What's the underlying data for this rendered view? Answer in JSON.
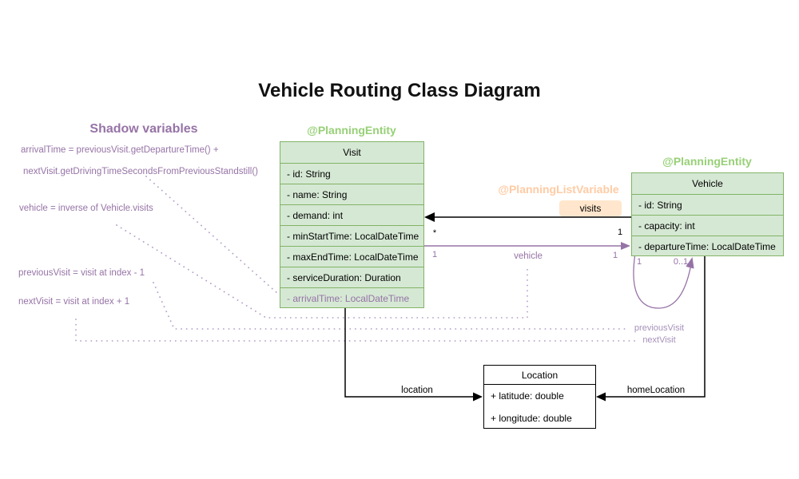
{
  "title": "Vehicle Routing Class Diagram",
  "shadow_panel": {
    "heading": "Shadow variables",
    "line1": "arrivalTime = previousVisit.getDepartureTime() +",
    "line2": "nextVisit.getDrivingTimeSecondsFromPreviousStandstill()",
    "line3": "vehicle = inverse of Vehicle.visits",
    "line4": "previousVisit = visit at index - 1",
    "line5": "nextVisit = visit at index + 1"
  },
  "classes": {
    "visit": {
      "annotation": "@PlanningEntity",
      "name": "Visit",
      "attributes": [
        "- id: String",
        "- name: String",
        "- demand: int",
        "- minStartTime: LocalDateTime",
        "- maxEndTime: LocalDateTime",
        "- serviceDuration: Duration"
      ],
      "shadow_attribute": "- arrivalTime: LocalDateTime"
    },
    "vehicle": {
      "annotation": "@PlanningEntity",
      "name": "Vehicle",
      "attributes": [
        "- id: String",
        "- capacity: int",
        "- departureTime: LocalDateTime"
      ]
    },
    "location": {
      "name": "Location",
      "attributes": [
        "+ latitude: double",
        "+ longitude: double"
      ]
    }
  },
  "associations": {
    "visits": {
      "annotation": "@PlanningListVariable",
      "label": "visits",
      "mult_near_visit": "*",
      "mult_near_vehicle": "1"
    },
    "vehicle_ref": {
      "label": "vehicle",
      "mult_near_visit": "1",
      "mult_near_vehicle": "1"
    },
    "chain_loop": {
      "mult_left": "1",
      "mult_right": "0..1"
    },
    "previous_visit_label": "previousVisit",
    "next_visit_label": "nextVisit",
    "location_label": "location",
    "home_location_label": "homeLocation"
  },
  "colors": {
    "entity_fill": "#d5e8d4",
    "entity_border": "#82b366",
    "entity_annotation_text": "#97d077",
    "list_variable_annotation_text": "#ffcba4",
    "badge_fill": "#ffe6cc",
    "shadow_purple": "#9673a6",
    "dotted_purple": "#b49fc8"
  }
}
